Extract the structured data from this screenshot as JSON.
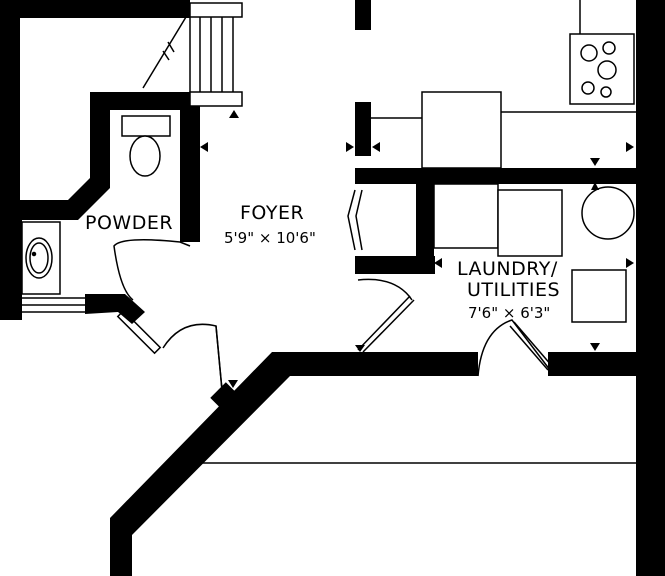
{
  "colors": {
    "wall": "#000000",
    "line": "#000000",
    "background": "#ffffff"
  },
  "rooms": {
    "powder": {
      "name": "POWDER"
    },
    "foyer": {
      "name": "FOYER",
      "dimensions": "5'9\" × 10'6\""
    },
    "laundry": {
      "name_line1": "LAUNDRY/",
      "name_line2": "UTILITIES",
      "dimensions": "7'6\" × 6'3\""
    }
  },
  "fixtures": [
    "toilet-icon",
    "sink-icon",
    "stove-icon",
    "water-heater-icon",
    "washer-icon",
    "dryer-icon",
    "stair-icon"
  ]
}
